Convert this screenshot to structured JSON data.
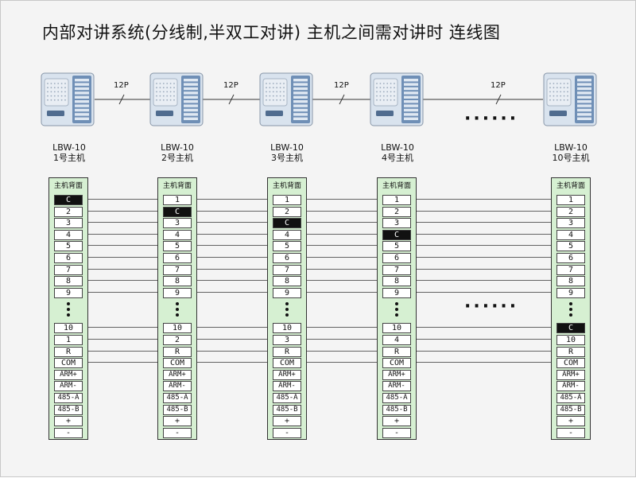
{
  "title": "内部对讲系统(分线制,半双工对讲) 主机之间需对讲时  连线图",
  "link_label": "12P",
  "ellipsis": "······",
  "panel_header": "主机背面",
  "units": [
    {
      "model": "LBW-10",
      "name": "1号主机",
      "terms": [
        "C",
        "2",
        "3",
        "4",
        "5",
        "6",
        "7",
        "8",
        "9",
        "10",
        "1",
        "R",
        "COM",
        "ARM+",
        "ARM-",
        "485-A",
        "485-B",
        "+",
        "-"
      ],
      "common_index": 0
    },
    {
      "model": "LBW-10",
      "name": "2号主机",
      "terms": [
        "1",
        "C",
        "3",
        "4",
        "5",
        "6",
        "7",
        "8",
        "9",
        "10",
        "2",
        "R",
        "COM",
        "ARM+",
        "ARM-",
        "485-A",
        "485-B",
        "+",
        "-"
      ],
      "common_index": 1
    },
    {
      "model": "LBW-10",
      "name": "3号主机",
      "terms": [
        "1",
        "2",
        "C",
        "4",
        "5",
        "6",
        "7",
        "8",
        "9",
        "10",
        "3",
        "R",
        "COM",
        "ARM+",
        "ARM-",
        "485-A",
        "485-B",
        "+",
        "-"
      ],
      "common_index": 2
    },
    {
      "model": "LBW-10",
      "name": "4号主机",
      "terms": [
        "1",
        "2",
        "3",
        "C",
        "5",
        "6",
        "7",
        "8",
        "9",
        "10",
        "4",
        "R",
        "COM",
        "ARM+",
        "ARM-",
        "485-A",
        "485-B",
        "+",
        "-"
      ],
      "common_index": 3
    },
    {
      "model": "LBW-10",
      "name": "10号主机",
      "terms": [
        "1",
        "2",
        "3",
        "4",
        "5",
        "6",
        "7",
        "8",
        "9",
        "C",
        "10",
        "R",
        "COM",
        "ARM+",
        "ARM-",
        "485-A",
        "485-B",
        "+",
        "-"
      ],
      "common_index": 9
    }
  ],
  "colors": {
    "panel": "#d6f0d2",
    "unit_body": "#d9e3ee",
    "unit_panel": "#6f8fb6",
    "line": "#333333"
  }
}
